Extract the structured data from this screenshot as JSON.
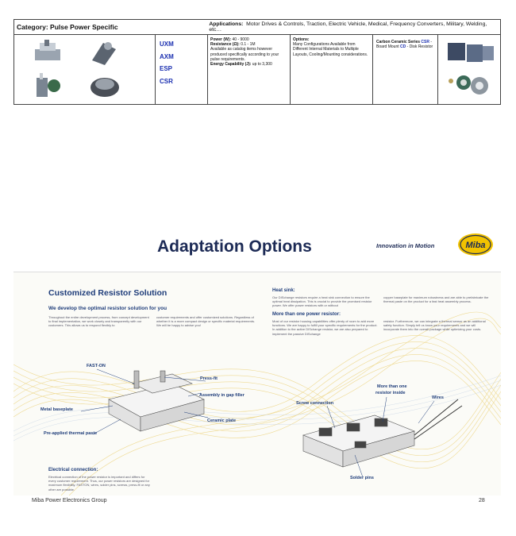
{
  "table": {
    "category": "Category: Pulse Power Specific",
    "applications_label": "Applications:",
    "applications": "Motor Drives & Controls, Traction, Electric Vehicle, Medical, Frequency Converters, Military, Welding, etc…",
    "codes": [
      "UXM",
      "AXM",
      "ESP",
      "CSR"
    ],
    "specs": {
      "power_label": "Power (W):",
      "power": "40 - 9000",
      "resistance_label": "Resistance (Ω):",
      "resistance": "0.1 - 1M",
      "note": "Available as catalog items however produced specifically according to your pulse requirements.",
      "energy_label": "Energy Capability (J):",
      "energy": "up to 3,300"
    },
    "options": {
      "label": "Options:",
      "text": "Many Configurations Available from Different Internal Materials to Multiple Layouts, Cooling/Mounting considerations."
    },
    "series": {
      "prefix": "Carbon Ceramic Series",
      "code1": "CSR",
      "dash1": " - Board Mount ",
      "code2": "CD",
      "rest": " - Disk Resistor"
    }
  },
  "slide": {
    "title": "Adaptation Options",
    "tagline": "Innovation in Motion",
    "logo_text": "Miba"
  },
  "brochure": {
    "title": "Customized Resistor Solution",
    "subtitle": "We develop the optimal resistor solution for you",
    "intro_col1": "Throughout the entire development process, from concept development to final implementation, we work closely and transparently with our customers. This allows us to respond flexibly to",
    "intro_col2": "customer requirements and offer customized solutions. Regardless of whether it is a more compact design or specific material requirements. We will be happy to advise you!",
    "heatsink_heading": "Heat sink:",
    "heatsink_col1": "Our DISchange resistors require a heat sink connection to ensure the optimal heat dissipation. This is crucial to provide the promised resistor power. We offer power resistors with or without",
    "heatsink_col2": "copper baseplate for maximum robustness and are able to prefabricate the thermal paste on the product for a fast heat assembly process.",
    "more_heading": "More than one power resistor:",
    "more_col1": "Most of our resistor housing capabilities offer plenty of room to add more functions. We are happy to fulfill your specific requirements for the product. In addition to the active DISchange resistor, we are also prepared to implement the passive DISchange",
    "more_col2": "resistor. Furthermore, we can integrate a thermal sensor as an additional safety function. Simply tell us know your requirements and we will incorporate them into the overall package while optimizing your costs.",
    "elec_heading": "Electrical connection:",
    "elec_text": "Electrical connection of the power resistor is important and differs for every customer requirement. Thus, our power resistors are designed for maximum flexibility. FASTON, wires, solder pins, screws, press-fit or any other are possible.",
    "labels": {
      "fast_on": "FAST-ON",
      "press_fit": "Press-fit",
      "assembly": "Assembly in gap filler",
      "metal_baseplate": "Metal baseplate",
      "ceramic_plate": "Ceramic plate",
      "thermal_paste": "Pre-applied thermal paste",
      "screw_connection": "Screw connection",
      "more_than_one": "More than one",
      "resistor_inside": "resistor inside",
      "wires": "Wires",
      "solder_pins": "Solder pins"
    }
  },
  "footer": {
    "company": "Miba Power Electronics Group",
    "page_number": "28"
  },
  "colors": {
    "navy": "#1c2a55",
    "blue_code": "#1a2fb0",
    "brochure_blue": "#1f3d7a",
    "logo_yellow": "#f2c300",
    "wave_yellow": "#ecd27a"
  }
}
